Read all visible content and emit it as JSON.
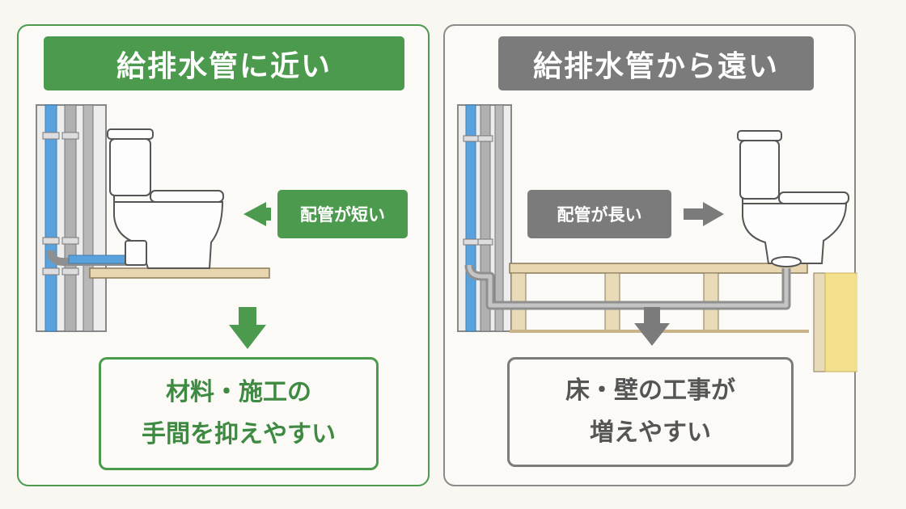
{
  "colors": {
    "green": "#4b9a4d",
    "gray": "#7b7b7b",
    "water_pipe": "#5aa2dd",
    "drain_pipe": "#a8a8a8",
    "floor_wood": "#e8d6b0",
    "insulation": "#f2e08c"
  },
  "left_panel": {
    "title": "給排水管に近い",
    "pipe_tag": "配管が短い",
    "arrow_icon": "arrow-left-icon",
    "result_line1": "材料・施工の",
    "result_line2": "手間を抑えやすい"
  },
  "right_panel": {
    "title": "給排水管から遠い",
    "pipe_tag": "配管が長い",
    "arrow_icon": "arrow-right-icon",
    "result_line1": "床・壁の工事が",
    "result_line2": "増えやすい"
  }
}
